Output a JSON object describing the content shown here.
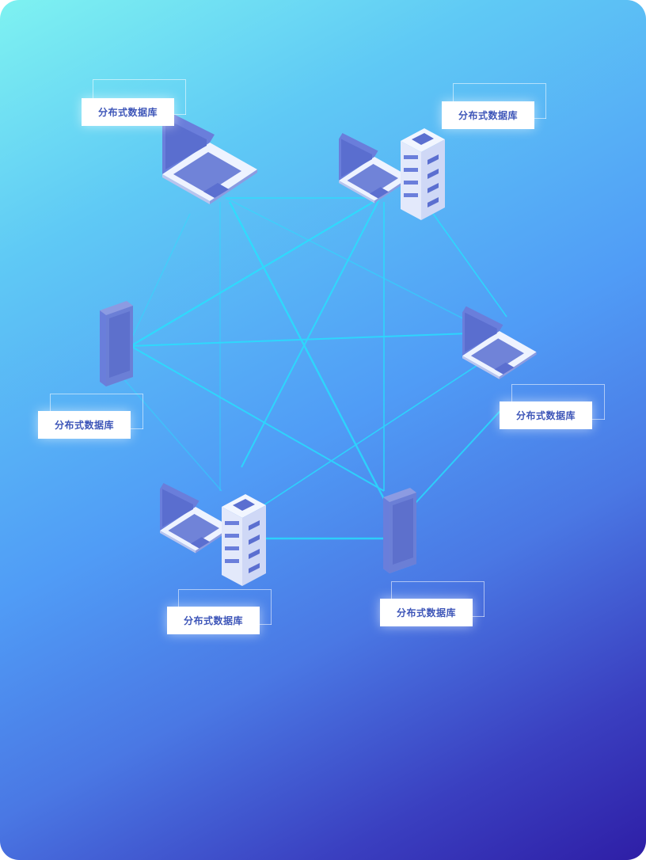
{
  "diagram": {
    "nodes": [
      {
        "id": "laptop-top-left",
        "type": "laptop",
        "label": "分布式数据库"
      },
      {
        "id": "laptop-server-top-right",
        "type": "laptop-server",
        "label": "分布式数据库"
      },
      {
        "id": "phone-left",
        "type": "phone",
        "label": "分布式数据库"
      },
      {
        "id": "laptop-right",
        "type": "laptop",
        "label": "分布式数据库"
      },
      {
        "id": "laptop-server-bottom-left",
        "type": "laptop-server",
        "label": "分布式数据库"
      },
      {
        "id": "phone-bottom-right",
        "type": "phone",
        "label": "分布式数据库"
      }
    ],
    "colors": {
      "bg_start": "#7ef2f1",
      "bg_end": "#2e1ea6",
      "link": "#22e6ff",
      "device": "#5b6fd0",
      "label_text": "#3d55b8"
    }
  }
}
